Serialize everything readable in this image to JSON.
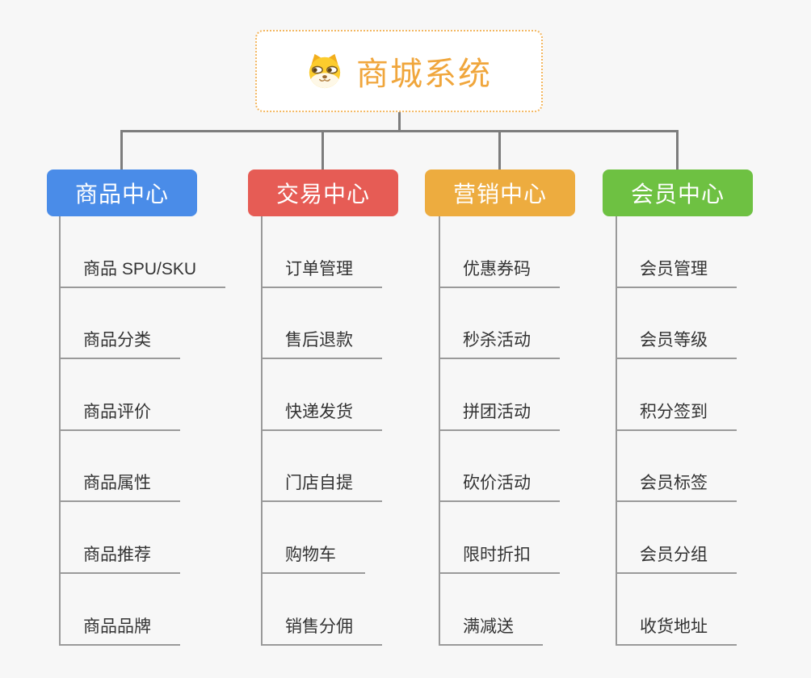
{
  "root": {
    "title": "商城系统",
    "icon": "dog-face-icon"
  },
  "branches": [
    {
      "id": "product-center",
      "label": "商品中心",
      "color": "#4a8ce8",
      "children": [
        "商品 SPU/SKU",
        "商品分类",
        "商品评价",
        "商品属性",
        "商品推荐",
        "商品品牌"
      ]
    },
    {
      "id": "trade-center",
      "label": "交易中心",
      "color": "#e65c55",
      "children": [
        "订单管理",
        "售后退款",
        "快递发货",
        "门店自提",
        "购物车",
        "销售分佣"
      ]
    },
    {
      "id": "marketing-center",
      "label": "营销中心",
      "color": "#edac3f",
      "children": [
        "优惠券码",
        "秒杀活动",
        "拼团活动",
        "砍价活动",
        "限时折扣",
        "满减送"
      ]
    },
    {
      "id": "member-center",
      "label": "会员中心",
      "color": "#6ec142",
      "children": [
        "会员管理",
        "会员等级",
        "积分签到",
        "会员标签",
        "会员分组",
        "收货地址"
      ]
    }
  ],
  "colors": {
    "background": "#f7f7f7",
    "connector": "#7d7d7d",
    "line": "#9a9a9a",
    "text": "#333333",
    "root_accent": "#f0a63c",
    "root_border": "#f3b761",
    "node_text": "#ffffff"
  }
}
